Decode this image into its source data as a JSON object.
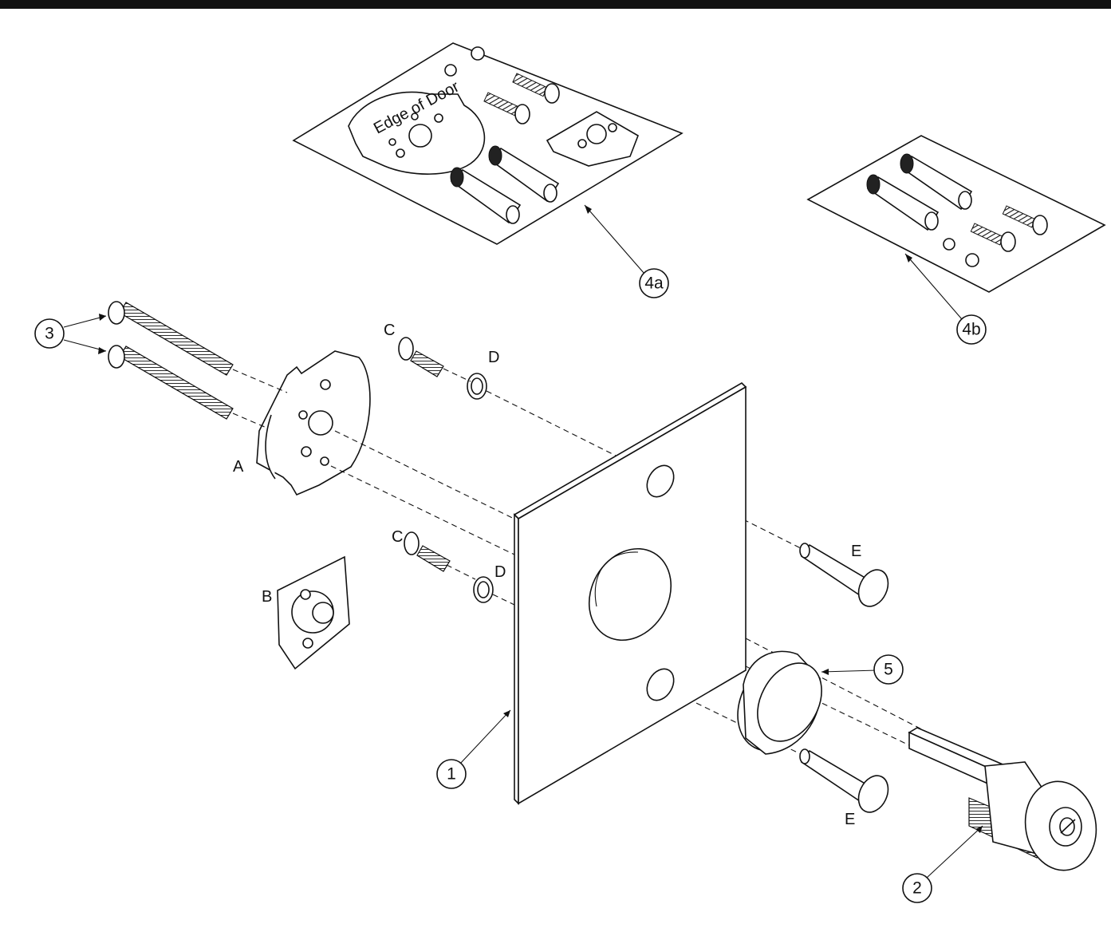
{
  "labels": {
    "A": "A",
    "B": "B",
    "C": "C",
    "D": "D",
    "E": "E"
  },
  "callouts": {
    "c1": "1",
    "c2": "2",
    "c3": "3",
    "c4a": "4a",
    "c4b": "4b",
    "c5": "5"
  },
  "kit_4a": {
    "template_text": "Edge of Door"
  },
  "colors": {
    "ink": "#111111",
    "shade": "#cfcfcf",
    "background": "#ffffff"
  }
}
